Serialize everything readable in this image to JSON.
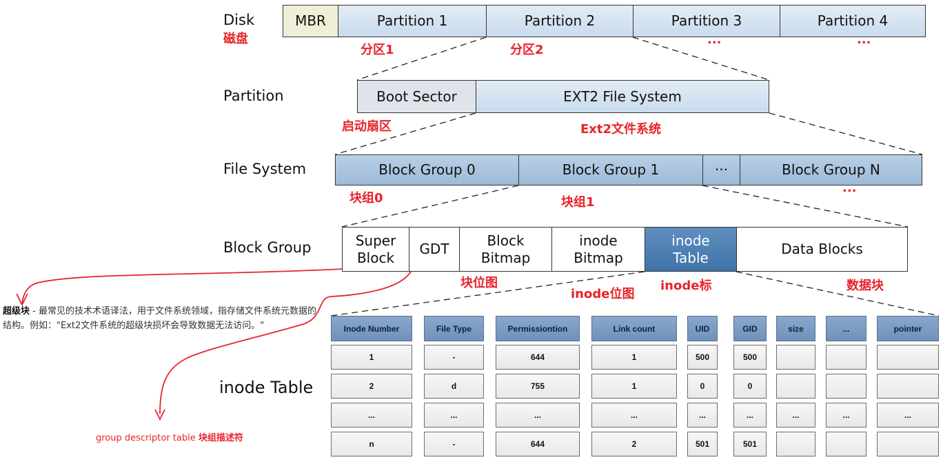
{
  "rows": {
    "disk": "Disk",
    "disk_cn": "磁盘",
    "partition": "Partition",
    "file_system": "File System",
    "block_group": "Block Group",
    "inode_table": "inode Table"
  },
  "disk": {
    "mbr": "MBR",
    "partitions": [
      "Partition 1",
      "Partition 2",
      "Partition 3",
      "Partition 4"
    ],
    "cn_p1": "分区1",
    "cn_p2": "分区2",
    "ellipsis": "..."
  },
  "partition": {
    "boot_sector": "Boot Sector",
    "ext2": "EXT2 File System",
    "cn_boot": "启动扇区",
    "cn_ext2": "Ext2文件系统"
  },
  "file_system": {
    "groups": [
      "Block Group 0",
      "Block Group 1",
      "···",
      "Block Group N"
    ],
    "cn_g0": "块组0",
    "cn_g1": "块组1",
    "ellipsis": "..."
  },
  "block_group": {
    "super_1": "Super",
    "super_2": "Block",
    "gdt": "GDT",
    "bb_1": "Block",
    "bb_2": "Bitmap",
    "ib_1": "inode",
    "ib_2": "Bitmap",
    "it_1": "inode",
    "it_2": "Table",
    "data": "Data Blocks",
    "cn_bb": "块位图",
    "cn_ib": "inode位图",
    "cn_it": "inode标",
    "cn_data": "数据块"
  },
  "table": {
    "headers": [
      "Inode Number",
      "File Type",
      "Permissiontion",
      "Link count",
      "UID",
      "GID",
      "size",
      "...",
      "pointer"
    ],
    "rows": [
      [
        "1",
        "-",
        "644",
        "1",
        "500",
        "500",
        "",
        "",
        ""
      ],
      [
        "2",
        "d",
        "755",
        "1",
        "0",
        "0",
        "",
        "",
        ""
      ],
      [
        "...",
        "...",
        "...",
        "...",
        "...",
        "...",
        "...",
        "...",
        "..."
      ],
      [
        "n",
        "-",
        "644",
        "2",
        "501",
        "501",
        "",
        "",
        ""
      ]
    ]
  },
  "annotations": {
    "superblock_term": "超级块",
    "superblock_text": " - 最常见的技术术语译法，用于文件系统领域，指存储文件系统元数据的结构。例如：\"Ext2文件系统的超级块损坏会导致数据无法访问。\"",
    "gdt_en": "group descriptor table ",
    "gdt_cn": "块组描述符"
  },
  "colors": {
    "accent_red": "#e8232a",
    "light_blue": "#c9dbee",
    "mid_blue": "#9dbad9",
    "dark_blue": "#3f72a8"
  }
}
